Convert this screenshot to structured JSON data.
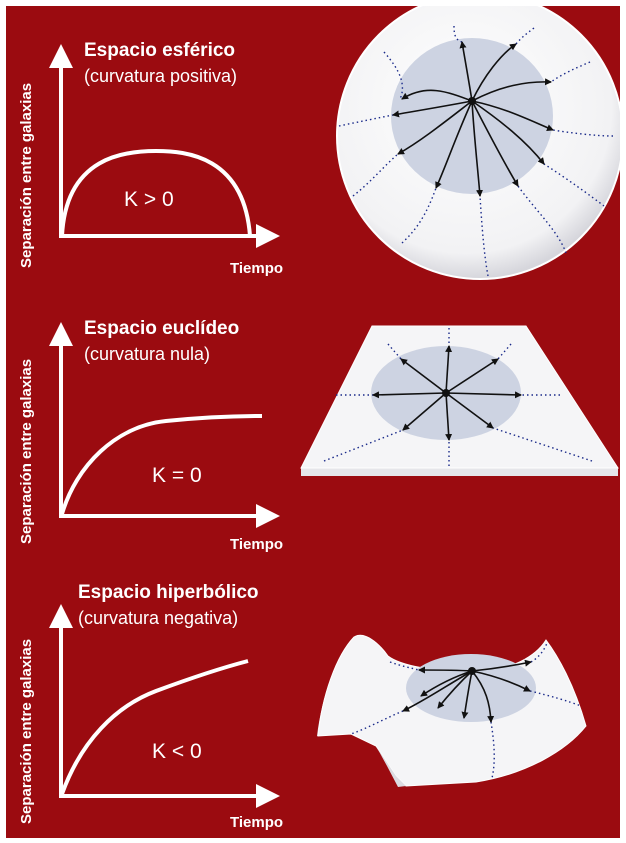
{
  "colors": {
    "background": "#9b0b10",
    "line": "#ffffff",
    "surface": "#f5f5f7",
    "highlight": "#cdd3e2",
    "geodesic_dots": "#1a2a8a",
    "arrow": "#111111"
  },
  "axis_labels": {
    "y": "Separación entre galaxias",
    "x": "Tiempo"
  },
  "panels": [
    {
      "title": "Espacio esférico",
      "subtitle": "(curvatura positiva)",
      "k_label": "K > 0",
      "curve": "recollapse"
    },
    {
      "title": "Espacio euclídeo",
      "subtitle": "(curvatura nula)",
      "k_label": "K =  0",
      "curve": "asymptotic"
    },
    {
      "title": "Espacio hiperbólico",
      "subtitle": "(curvatura negativa)",
      "k_label": "K <  0",
      "curve": "unbounded"
    }
  ]
}
